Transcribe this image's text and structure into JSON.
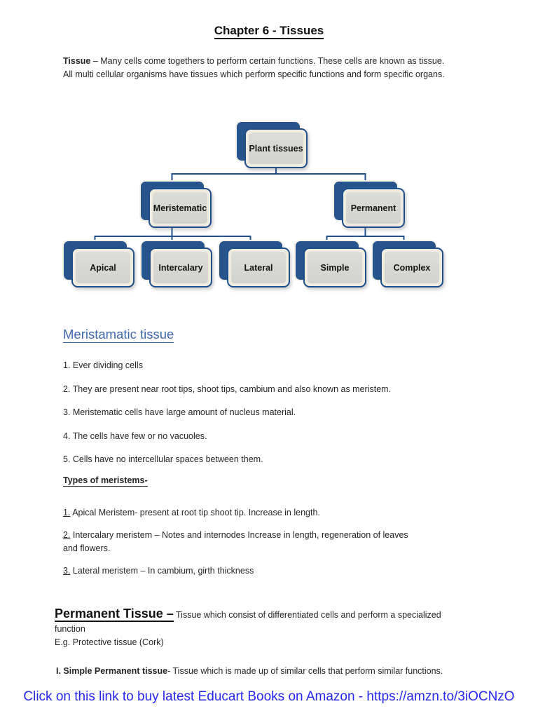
{
  "title": "Chapter 6 - Tissues",
  "intro": {
    "lead": "Tissue",
    "line1_rest": " – Many cells come togethers to perform certain functions. These cells are known as tissue.",
    "line2": "All multi cellular organisms have tissues which perform specific functions and form specific organs."
  },
  "diagram": {
    "root": "Plant tissues",
    "branches": [
      {
        "label": "Meristematic",
        "children": [
          "Apical",
          "Intercalary",
          "Lateral"
        ]
      },
      {
        "label": "Permanent",
        "children": [
          "Simple",
          "Complex"
        ]
      }
    ],
    "colors": {
      "box_blue": "#27548c",
      "box_border": "#1f4e8c",
      "box_fill_gray": "#d7d7d3",
      "box_ring_cream": "#efecdf",
      "connector": "#1f4e8c"
    }
  },
  "meristamatic": {
    "heading": "Meristamatic tissue",
    "heading_color": "#3e68ae",
    "points": [
      "1. Ever dividing cells",
      "2. They are present near root tips, shoot tips, cambium and also known as meristem.",
      "3. Meristematic cells have large amount of nucleus material.",
      "4. The cells have few or no vacuoles.",
      "5. Cells have no intercellular spaces between them."
    ],
    "types_heading": "Types of meristems-",
    "types": [
      {
        "num": "1.",
        "line1": " Apical Meristem- present at root tip shoot tip. Increase in length.",
        "line2": ""
      },
      {
        "num": "2.",
        "line1": " Intercalary meristem – Notes and internodes Increase in length, regeneration of leaves",
        "line2": "and flowers."
      },
      {
        "num": "3.",
        "line1": "  Lateral meristem – In cambium, girth thickness",
        "line2": ""
      }
    ]
  },
  "permanent": {
    "heading": "Permanent Tissue –",
    "desc_line1": " Tissue which consist of differentiated cells and perform a specialized",
    "desc_line2": "function",
    "example": "E.g. Protective tissue (Cork)",
    "simple": {
      "lead": "I.  Simple Permanent tissue",
      "rest": "- Tissue which is made up of similar cells that perform similar functions."
    }
  },
  "footer": {
    "link": "Click on this link to buy latest Educart Books on Amazon - https://amzn.to/3iOCNzO",
    "link_color": "#2727f2"
  }
}
